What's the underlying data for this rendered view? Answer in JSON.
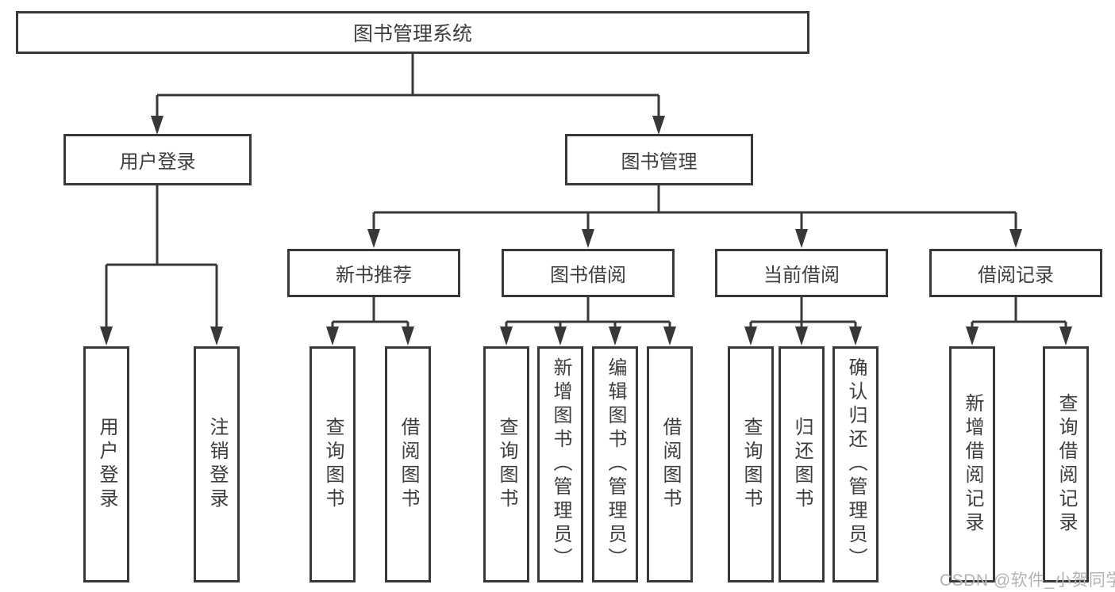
{
  "diagram": {
    "type": "hierarchy-tree",
    "colors": {
      "line": "#383838",
      "box_border": "#383838",
      "text": "#3d3d3d",
      "background": "#ffffff",
      "watermark": "#b3b3b3"
    },
    "tree": {
      "root": {
        "label": "图书管理系统"
      },
      "branches": [
        {
          "label": "用户登录",
          "children": [
            {
              "label": "用户登录"
            },
            {
              "label": "注销登录"
            }
          ]
        },
        {
          "label": "图书管理",
          "groups": [
            {
              "label": "新书推荐",
              "children": [
                {
                  "label": "查询图书"
                },
                {
                  "label": "借阅图书"
                }
              ]
            },
            {
              "label": "图书借阅",
              "children": [
                {
                  "label": "查询图书"
                },
                {
                  "label": "新增图书（管理员）"
                },
                {
                  "label": "编辑图书（管理员）"
                },
                {
                  "label": "借阅图书"
                }
              ]
            },
            {
              "label": "当前借阅",
              "children": [
                {
                  "label": "查询图书"
                },
                {
                  "label": "归还图书"
                },
                {
                  "label": "确认归还（管理员）"
                }
              ]
            },
            {
              "label": "借阅记录",
              "children": [
                {
                  "label": "新增借阅记录"
                },
                {
                  "label": "查询借阅记录"
                }
              ]
            }
          ]
        }
      ]
    },
    "watermark": {
      "text": "CSDN @软件_小贺同学"
    }
  }
}
